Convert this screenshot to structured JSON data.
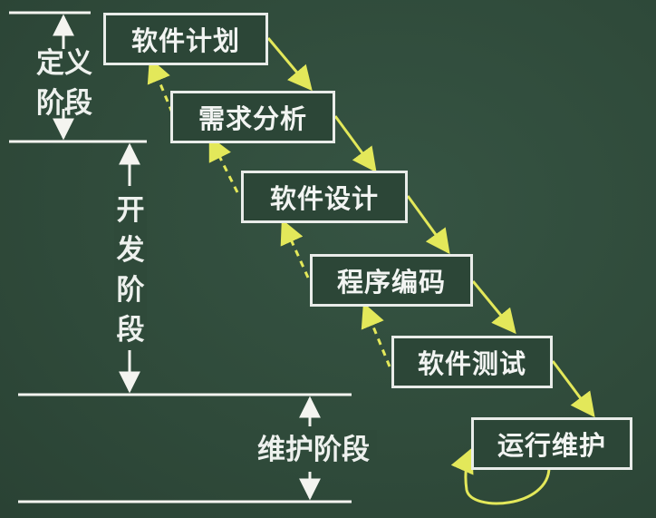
{
  "phases": {
    "definition": "定义阶段",
    "development": "开发阶段",
    "maintenance": "维护阶段"
  },
  "stages": [
    "软件计划",
    "需求分析",
    "软件设计",
    "程序编码",
    "软件测试",
    "运行维护"
  ],
  "colors": {
    "background": "#2f4a3a",
    "box_border": "#e9ece9",
    "arrow": "#e3e85a",
    "line": "#f4f4f0"
  }
}
